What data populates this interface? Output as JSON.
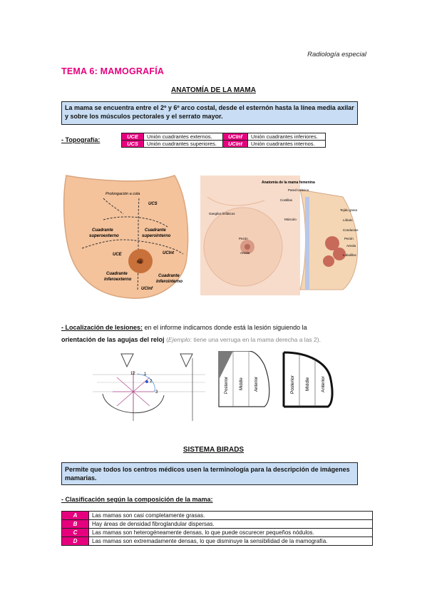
{
  "header": {
    "subject": "Radiología especial"
  },
  "tema": "TEMA 6: MAMOGRAFÍA",
  "anatomia": {
    "title": "ANATOMÍA DE LA MAMA",
    "box": "La mama se encuentra entre el 2º y 6º arco costal, desde el esternón hasta la línea media axilar y sobre los músculos pectorales y el serrato mayor.",
    "topografia_label": "- Topografía:",
    "topografia": [
      {
        "code": "UCE",
        "text": "Unión cuadrantes externos.",
        "code2": "UCInf",
        "text2": "Unión cuadrantes inferiores."
      },
      {
        "code": "UCS",
        "text": "Unión cuadrantes superiores.",
        "code2": "UCInt",
        "text2": "Unión cuadrantes internos."
      }
    ]
  },
  "diagram1": {
    "prolongacion": "Prolongación a cola",
    "ucs": "UCS",
    "ce_sup": "Cuadrante",
    "ce_sup2": "superoexterno",
    "ci_sup": "Cuadrante",
    "ci_sup2": "superointerno",
    "uce": "UCE",
    "ucint": "UCInt",
    "ce_inf": "Cuadrante",
    "ce_inf2": "inferoexterno",
    "ci_inf": "Cuadrante",
    "ci_inf2": "inferointerno",
    "ucinf": "UCInf",
    "nipple": "NA"
  },
  "diagram2": {
    "title": "Anatomía de la mama femenina",
    "labels": [
      "Pared torácica",
      "Costillas",
      "Músculo",
      "Tejido graso",
      "Ganglios linfáticos",
      "Lóbulo",
      "Conductos",
      "Pezón",
      "Areola",
      "Areola",
      "Pezón",
      "Lobulillos"
    ]
  },
  "localizacion": {
    "label": "- Localización de lesiones:",
    "text1": " en el informe indicamos donde está la lesión siguiendo la",
    "bold": "orientación de las agujas del reloj",
    "ex_label": "Ejemplo",
    "ex_text": ": tiene una verruga en la mama derecha a las 2)."
  },
  "clock": {
    "n12": "12",
    "n1": "1",
    "n2": "2",
    "n3": "3"
  },
  "depth1": [
    "Posterior",
    "Middle",
    "Anterior"
  ],
  "depth2": [
    "Posterior",
    "Middle",
    "Anterior"
  ],
  "birads": {
    "title": "SISTEMA BIRADS",
    "box": "Permite que todos los centros médicos usen la terminología para la descripción de imágenes mamarias.",
    "clasif_label": "- Clasificación según la composición de la mama:",
    "rows": [
      {
        "code": "A",
        "text": "Las mamas son casi completamente grasas."
      },
      {
        "code": "B",
        "text": "Hay áreas de densidad fibroglandular dispersas."
      },
      {
        "code": "C",
        "text": "Las mamas son heterogéneamente densas, lo que puede oscurecer pequeños nódulos."
      },
      {
        "code": "D",
        "text": "Las mamas son extremadamente densas, lo que disminuye la sensibilidad de la mamografía."
      }
    ]
  }
}
